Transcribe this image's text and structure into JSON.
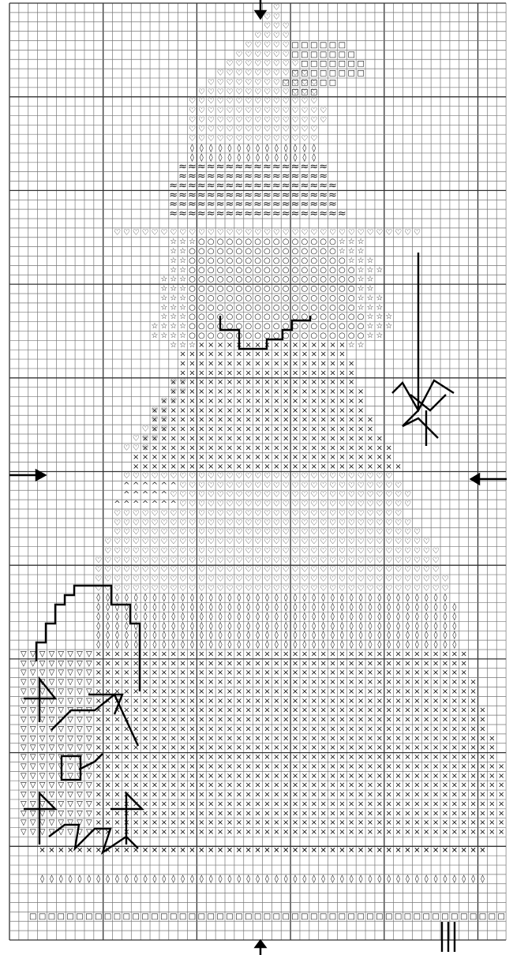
{
  "pattern": {
    "grid_columns": 53,
    "grid_rows": 100,
    "symbols": {
      "H": {
        "name": "heart-symbol",
        "glyph": "♡"
      },
      "S": {
        "name": "square-symbol",
        "glyph": "□"
      },
      "D": {
        "name": "diamond-symbol",
        "glyph": "◊"
      },
      "W": {
        "name": "wave-symbol",
        "glyph": "≈"
      },
      "T": {
        "name": "star-symbol",
        "glyph": "☆"
      },
      "O": {
        "name": "circle-symbol",
        "glyph": "○"
      },
      "X": {
        "name": "cross-symbol",
        "glyph": "×"
      },
      "A": {
        "name": "caret-symbol",
        "glyph": "^"
      },
      "V": {
        "name": "triangle-down-symbol",
        "glyph": "▽"
      },
      "K": {
        "name": "double-x-symbol",
        "glyph": "✕"
      }
    },
    "regions": [
      {
        "symbol": "H",
        "rows": [
          [
            0,
            28,
            1
          ],
          [
            1,
            27,
            2
          ],
          [
            2,
            27,
            3
          ],
          [
            3,
            26,
            4
          ],
          [
            4,
            25,
            5
          ],
          [
            5,
            24,
            6
          ],
          [
            6,
            23,
            8
          ],
          [
            7,
            22,
            10
          ],
          [
            8,
            21,
            12
          ],
          [
            9,
            20,
            13
          ],
          [
            10,
            19,
            14
          ],
          [
            11,
            19,
            15
          ],
          [
            12,
            19,
            15
          ],
          [
            13,
            19,
            14
          ],
          [
            14,
            19,
            14
          ]
        ]
      },
      {
        "symbol": "S",
        "rows": [
          [
            4,
            30,
            6
          ],
          [
            5,
            30,
            7
          ],
          [
            6,
            31,
            7
          ],
          [
            7,
            30,
            8
          ],
          [
            8,
            29,
            6
          ],
          [
            9,
            30,
            3
          ]
        ]
      },
      {
        "symbol": "D",
        "rows": [
          [
            15,
            19,
            14
          ],
          [
            16,
            19,
            14
          ]
        ]
      },
      {
        "symbol": "W",
        "rows": [
          [
            17,
            18,
            16
          ],
          [
            18,
            18,
            16
          ],
          [
            19,
            17,
            18
          ],
          [
            20,
            17,
            18
          ],
          [
            21,
            17,
            18
          ],
          [
            22,
            17,
            19
          ]
        ]
      },
      {
        "symbol": "H",
        "rows": [
          [
            24,
            11,
            33
          ]
        ]
      },
      {
        "symbol": "T",
        "rows": [
          [
            25,
            17,
            3
          ],
          [
            25,
            35,
            3
          ],
          [
            26,
            17,
            2
          ],
          [
            26,
            35,
            3
          ],
          [
            27,
            17,
            2
          ],
          [
            27,
            36,
            3
          ],
          [
            28,
            17,
            2
          ],
          [
            28,
            37,
            3
          ],
          [
            29,
            16,
            3
          ],
          [
            29,
            37,
            2
          ],
          [
            30,
            16,
            3
          ],
          [
            30,
            37,
            2
          ],
          [
            31,
            16,
            3
          ],
          [
            31,
            37,
            3
          ],
          [
            32,
            16,
            3
          ],
          [
            32,
            37,
            3
          ],
          [
            33,
            16,
            3
          ],
          [
            33,
            38,
            3
          ],
          [
            34,
            15,
            4
          ],
          [
            34,
            38,
            3
          ],
          [
            35,
            15,
            4
          ],
          [
            35,
            38,
            2
          ],
          [
            36,
            17,
            3
          ],
          [
            36,
            36,
            2
          ]
        ]
      },
      {
        "symbol": "O",
        "rows": [
          [
            25,
            20,
            15
          ],
          [
            26,
            19,
            16
          ],
          [
            27,
            19,
            17
          ],
          [
            28,
            19,
            18
          ],
          [
            29,
            19,
            18
          ],
          [
            30,
            19,
            18
          ],
          [
            31,
            19,
            18
          ],
          [
            32,
            19,
            18
          ],
          [
            33,
            19,
            19
          ],
          [
            34,
            19,
            19
          ],
          [
            35,
            19,
            19
          ]
        ]
      },
      {
        "symbol": "X",
        "rows": [
          [
            36,
            20,
            16
          ],
          [
            37,
            18,
            18
          ],
          [
            38,
            18,
            19
          ],
          [
            39,
            18,
            19
          ],
          [
            40,
            17,
            20
          ],
          [
            41,
            17,
            21
          ],
          [
            42,
            16,
            22
          ],
          [
            43,
            15,
            23
          ],
          [
            44,
            15,
            24
          ],
          [
            45,
            15,
            24
          ],
          [
            46,
            14,
            26
          ],
          [
            47,
            14,
            27
          ],
          [
            48,
            13,
            28
          ],
          [
            49,
            13,
            29
          ]
        ]
      },
      {
        "symbol": "H",
        "rows": [
          [
            40,
            17,
            2
          ],
          [
            41,
            17,
            2
          ],
          [
            42,
            16,
            2
          ],
          [
            43,
            15,
            2
          ],
          [
            44,
            15,
            2
          ],
          [
            45,
            14,
            3
          ],
          [
            46,
            13,
            3
          ],
          [
            47,
            12,
            3
          ]
        ]
      },
      {
        "symbol": "A",
        "rows": [
          [
            51,
            12,
            6
          ],
          [
            52,
            12,
            5
          ],
          [
            53,
            11,
            7
          ]
        ]
      },
      {
        "symbol": "H",
        "rows": [
          [
            50,
            12,
            29
          ],
          [
            51,
            18,
            24
          ],
          [
            52,
            17,
            26
          ],
          [
            53,
            18,
            25
          ],
          [
            54,
            11,
            31
          ],
          [
            55,
            11,
            32
          ],
          [
            56,
            11,
            33
          ],
          [
            57,
            10,
            35
          ],
          [
            58,
            10,
            36
          ],
          [
            59,
            9,
            37
          ],
          [
            60,
            9,
            37
          ],
          [
            61,
            9,
            38
          ],
          [
            62,
            9,
            38
          ]
        ]
      },
      {
        "symbol": "D",
        "rows": [
          [
            63,
            9,
            38
          ],
          [
            64,
            9,
            39
          ],
          [
            65,
            9,
            39
          ],
          [
            66,
            9,
            39
          ],
          [
            67,
            9,
            39
          ],
          [
            68,
            9,
            39
          ]
        ]
      },
      {
        "symbol": "X",
        "rows": [
          [
            69,
            9,
            40
          ],
          [
            70,
            9,
            40
          ],
          [
            71,
            9,
            40
          ],
          [
            72,
            9,
            41
          ],
          [
            73,
            9,
            41
          ],
          [
            74,
            9,
            41
          ],
          [
            75,
            9,
            42
          ],
          [
            76,
            9,
            42
          ],
          [
            77,
            9,
            42
          ],
          [
            78,
            9,
            43
          ],
          [
            79,
            9,
            43
          ],
          [
            80,
            9,
            43
          ],
          [
            81,
            9,
            44
          ],
          [
            82,
            9,
            44
          ],
          [
            83,
            9,
            44
          ],
          [
            84,
            9,
            44
          ],
          [
            85,
            9,
            44
          ],
          [
            86,
            9,
            44
          ],
          [
            87,
            9,
            44
          ],
          [
            88,
            9,
            44
          ]
        ]
      },
      {
        "symbol": "V",
        "rows": [
          [
            69,
            1,
            8
          ],
          [
            70,
            1,
            8
          ],
          [
            71,
            1,
            8
          ],
          [
            72,
            1,
            8
          ],
          [
            73,
            1,
            8
          ],
          [
            74,
            1,
            8
          ],
          [
            75,
            1,
            8
          ],
          [
            76,
            1,
            8
          ],
          [
            77,
            1,
            8
          ],
          [
            78,
            1,
            8
          ],
          [
            79,
            1,
            8
          ],
          [
            80,
            1,
            8
          ],
          [
            81,
            1,
            8
          ],
          [
            82,
            1,
            8
          ],
          [
            83,
            1,
            8
          ],
          [
            84,
            1,
            8
          ],
          [
            85,
            1,
            8
          ],
          [
            86,
            1,
            8
          ],
          [
            87,
            1,
            8
          ],
          [
            88,
            1,
            8
          ]
        ]
      },
      {
        "symbol": "K",
        "rows": [
          [
            90,
            3,
            48
          ]
        ]
      },
      {
        "symbol": "D",
        "rows": [
          [
            93,
            3,
            48
          ]
        ]
      },
      {
        "symbol": "S",
        "rows": [
          [
            97,
            2,
            51
          ]
        ]
      }
    ]
  }
}
